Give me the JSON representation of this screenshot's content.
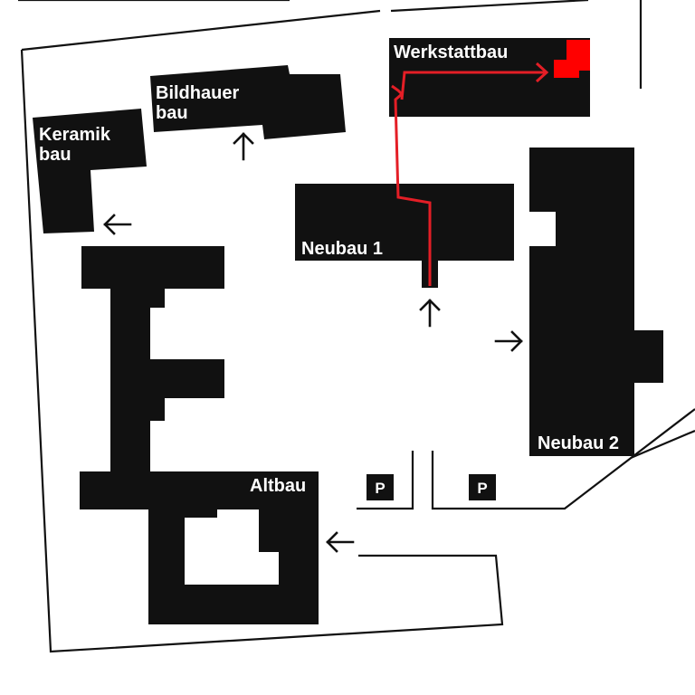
{
  "colors": {
    "building": "#111111",
    "background": "#ffffff",
    "route": "#e41e26",
    "destination": "#ff0000",
    "label_text": "#ffffff"
  },
  "buildings": {
    "werkstattbau": {
      "label": "Werkstattbau"
    },
    "bildhauerbau": {
      "label_line1": "Bildhauer",
      "label_line2": "bau"
    },
    "keramikbau": {
      "label_line1": "Keramik",
      "label_line2": "bau"
    },
    "neubau1": {
      "label": "Neubau 1"
    },
    "neubau2": {
      "label": "Neubau 2"
    },
    "altbau": {
      "label": "Altbau"
    }
  },
  "parking": [
    {
      "label": "P"
    },
    {
      "label": "P"
    }
  ],
  "icons": {
    "entrance": "arrow-icon",
    "route_end": "route-arrowhead-icon",
    "destination": "destination-square-icon"
  }
}
